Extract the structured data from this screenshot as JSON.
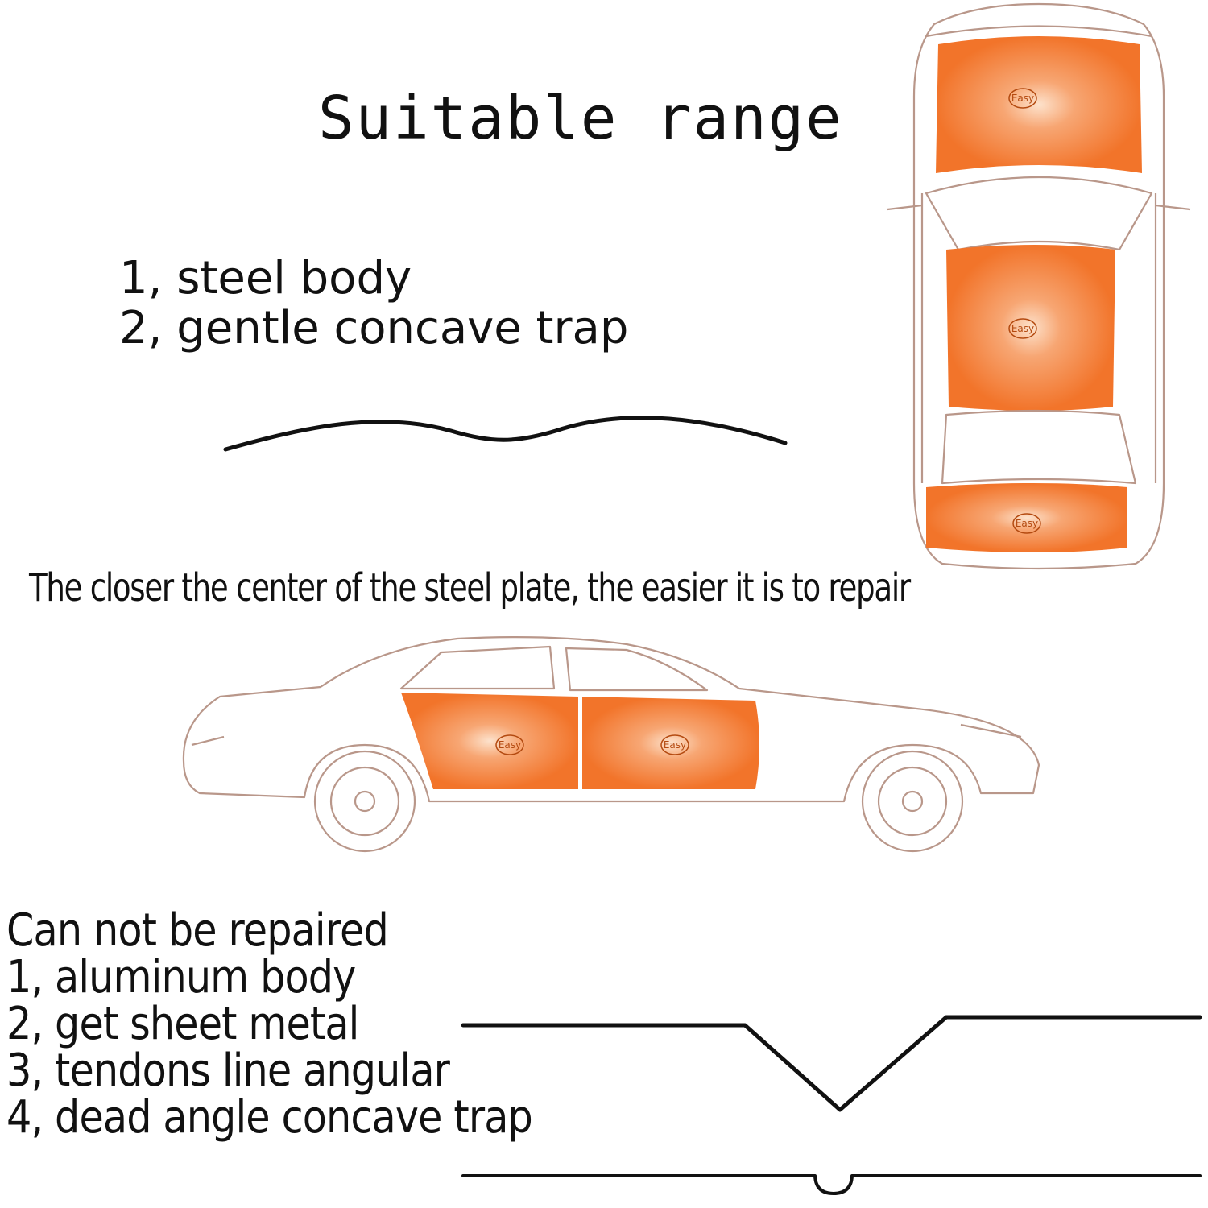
{
  "title": "Suitable range",
  "suitable_items": [
    "1, steel body",
    "2, gentle concave trap"
  ],
  "caption": "The closer the center of the steel plate, the easier it is to repair",
  "unsuitable": {
    "heading": "Can not be repaired",
    "items": [
      "1, aluminum body",
      "2, get sheet metal",
      "3, tendons line angular",
      "4, dead angle concave trap"
    ]
  },
  "badge_label": "Easy",
  "colors": {
    "panel": "#f2742a",
    "panel_center": "#fbc9a4",
    "outline": "#b9978a",
    "line": "#111111"
  }
}
